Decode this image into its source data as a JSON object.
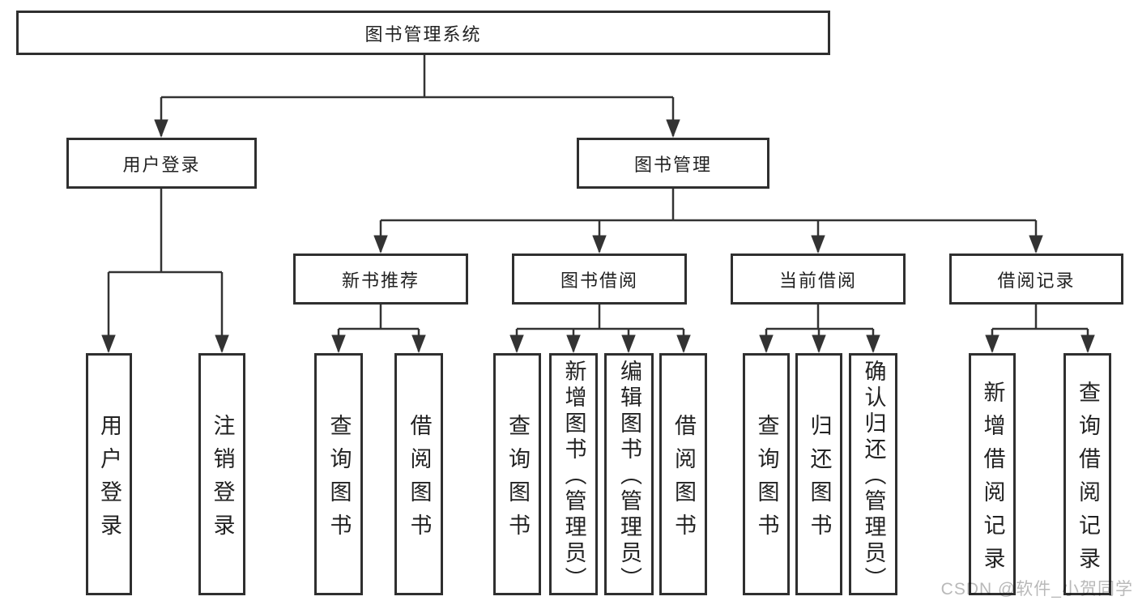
{
  "colors": {
    "line": "#333333",
    "border": "#2f2f2f",
    "text": "#222222",
    "fill": "#ffffff",
    "wm": "#b9b9b9",
    "bg": "#ffffff"
  },
  "watermark": "CSDN @软件_小贺同学",
  "root": {
    "label": "图书管理系统",
    "children": [
      {
        "label": "用户登录",
        "children": [
          {
            "label": "用户登录"
          },
          {
            "label": "注销登录"
          }
        ]
      },
      {
        "label": "图书管理",
        "children": [
          {
            "label": "新书推荐",
            "children": [
              {
                "label": "查询图书"
              },
              {
                "label": "借阅图书"
              }
            ]
          },
          {
            "label": "图书借阅",
            "children": [
              {
                "label": "查询图书"
              },
              {
                "label": "新增图书（管理员）"
              },
              {
                "label": "编辑图书（管理员）"
              },
              {
                "label": "借阅图书"
              }
            ]
          },
          {
            "label": "当前借阅",
            "children": [
              {
                "label": "查询图书"
              },
              {
                "label": "归还图书"
              },
              {
                "label": "确认归还（管理员）"
              }
            ]
          },
          {
            "label": "借阅记录",
            "children": [
              {
                "label": "新增借阅记录"
              },
              {
                "label": "查询借阅记录"
              }
            ]
          }
        ]
      }
    ]
  }
}
